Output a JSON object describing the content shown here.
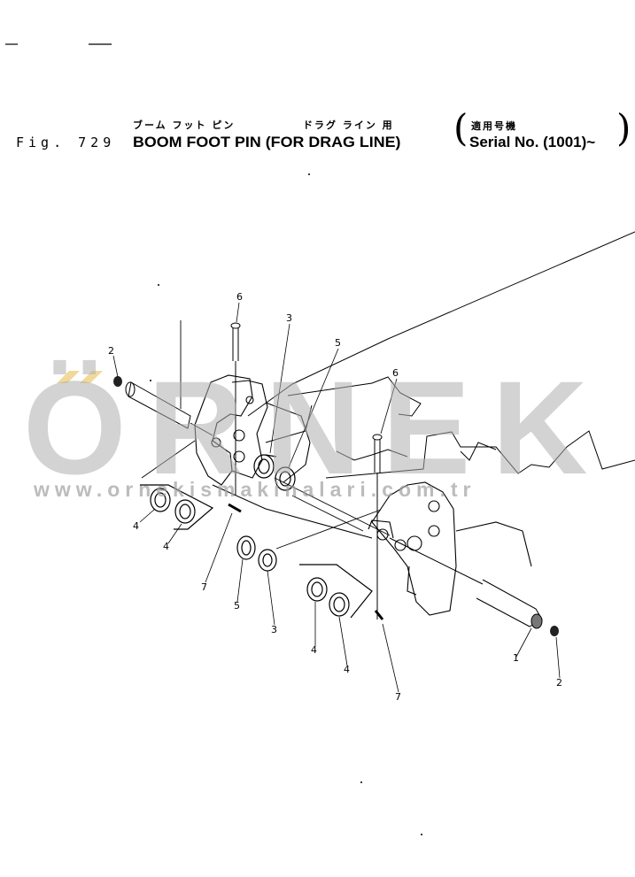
{
  "header": {
    "jp_caption": "ブーム フット ピン",
    "jp_caption_drag": "ドラグ ライン 用",
    "fig_label": "Fig. 729",
    "title": "BOOM FOOT PIN (FOR DRAG LINE)",
    "serial_jp": "適用号機",
    "serial": "Serial No. (1001)~"
  },
  "watermark": {
    "brand": "ÖRNEK",
    "url": "www.ornekismakinalari.com.tr",
    "color": "#a8a8a8",
    "accent_color": "#f0d99a"
  },
  "callouts": [
    "6",
    "3",
    "2",
    "5",
    "6",
    "4",
    "4",
    "7",
    "5",
    "3",
    "4",
    "4",
    "7",
    "1",
    "2"
  ]
}
